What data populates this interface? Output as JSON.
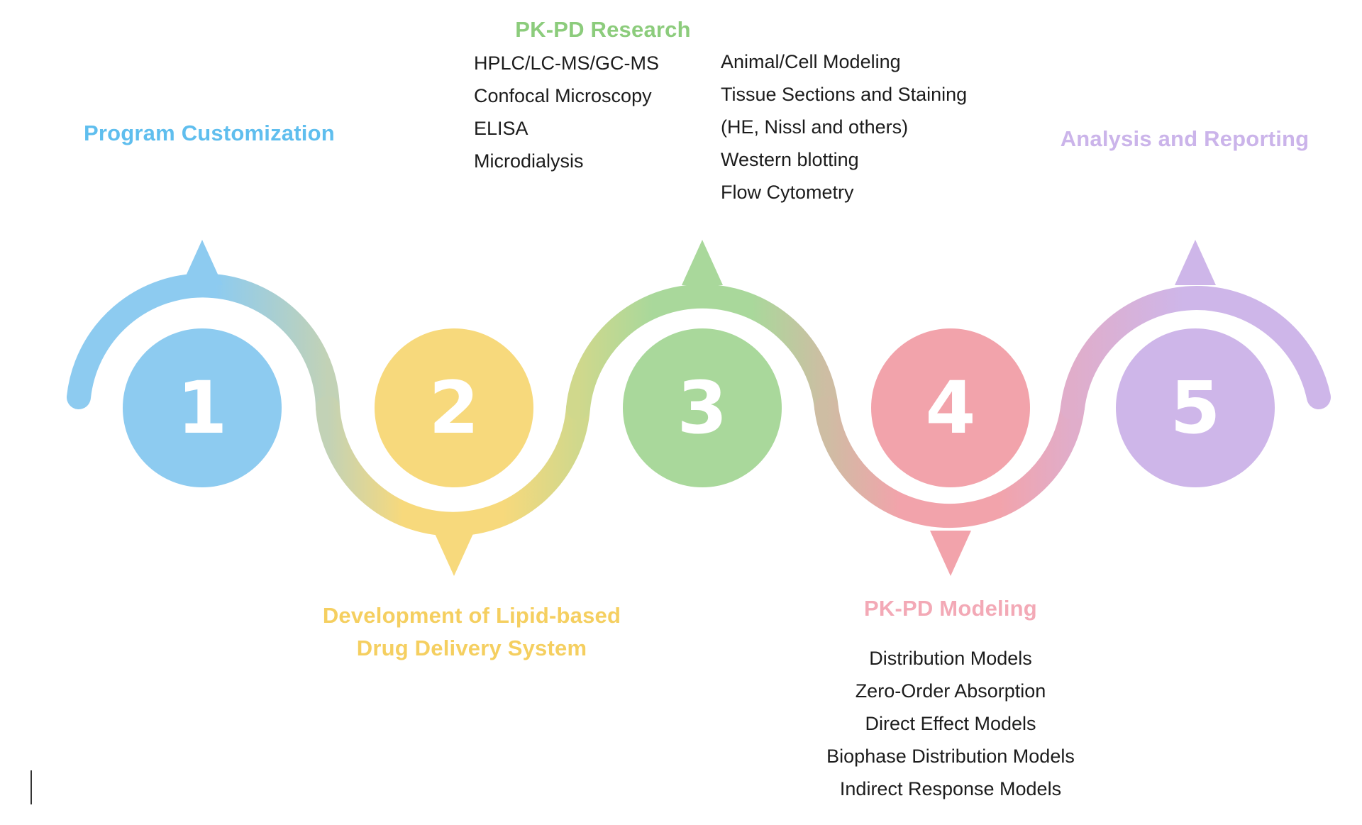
{
  "diagram": {
    "steps": [
      {
        "number": "1",
        "title": "Program Customization",
        "circle_color": "#8DCBF0",
        "title_color": "#5FBEEE"
      },
      {
        "number": "2",
        "title_lines": [
          "Development of Lipid-based",
          "Drug Delivery System"
        ],
        "circle_color": "#F7D97C",
        "title_color": "#F5CF60"
      },
      {
        "number": "3",
        "title": "PK-PD Research",
        "circle_color": "#A9D89B",
        "title_color": "#8CCC7C",
        "methods_col1": [
          "HPLC/LC-MS/GC-MS",
          "Confocal Microscopy",
          "ELISA",
          "Microdialysis"
        ],
        "methods_col2": [
          "Animal/Cell Modeling",
          "Tissue Sections and Staining",
          "(HE, Nissl and others)",
          "Western blotting",
          "Flow Cytometry"
        ]
      },
      {
        "number": "4",
        "title": "PK-PD Modeling",
        "circle_color": "#F2A3AB",
        "title_color": "#F3A9B6",
        "models": [
          "Distribution Models",
          "Zero-Order Absorption",
          "Direct Effect Models",
          "Biophase Distribution Models",
          "Indirect Response Models"
        ]
      },
      {
        "number": "5",
        "title": "Analysis and Reporting",
        "circle_color": "#CEB6E9",
        "title_color": "#CBB4EA"
      }
    ]
  }
}
